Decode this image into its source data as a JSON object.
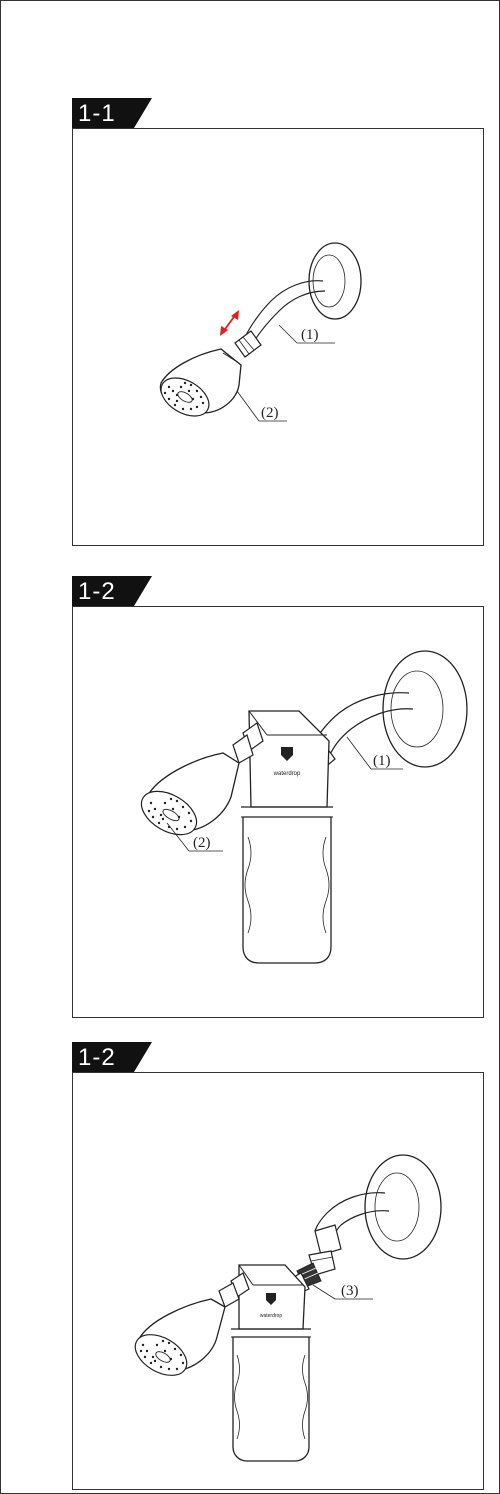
{
  "steps": [
    {
      "label": "1-1",
      "callouts": [
        "(1)",
        "(2)"
      ]
    },
    {
      "label": "1-2",
      "callouts": [
        "(1)",
        "(2)"
      ],
      "filter_brand": "waterdrop"
    },
    {
      "label": "1-2",
      "callouts": [
        "(3)"
      ],
      "filter_brand": "waterdrop"
    }
  ],
  "colors": {
    "tab": "#111111",
    "arrow": "#e02020",
    "line": "#222222"
  }
}
